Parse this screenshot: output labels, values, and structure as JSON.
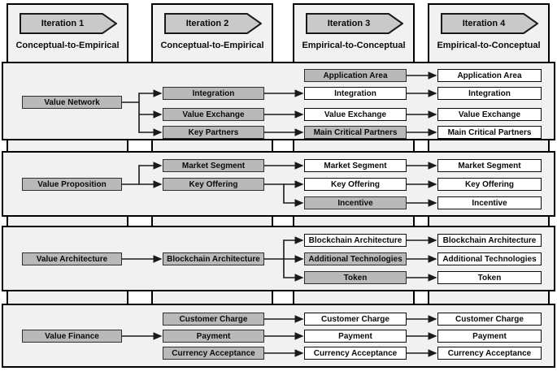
{
  "header": {
    "iterations": [
      {
        "label": "Iteration 1",
        "subtitle": "Conceptual-to-Empirical"
      },
      {
        "label": "Iteration 2",
        "subtitle": "Conceptual-to-Empirical"
      },
      {
        "label": "Iteration 3",
        "subtitle": "Empirical-to-Conceptual"
      },
      {
        "label": "Iteration 4",
        "subtitle": "Empirical-to-Conceptual"
      }
    ]
  },
  "bands": [
    {
      "label": "Value Network",
      "col2": [
        {
          "label": "Integration",
          "highlighted": true
        },
        {
          "label": "Value Exchange",
          "highlighted": true
        },
        {
          "label": "Key Partners",
          "highlighted": true
        }
      ],
      "col3": [
        {
          "label": "Application Area",
          "highlighted": true
        },
        {
          "label": "Integration",
          "highlighted": false
        },
        {
          "label": "Value Exchange",
          "highlighted": false
        },
        {
          "label": "Main Critical Partners",
          "highlighted": true
        }
      ],
      "col4": [
        {
          "label": "Application Area",
          "highlighted": false
        },
        {
          "label": "Integration",
          "highlighted": false
        },
        {
          "label": "Value Exchange",
          "highlighted": false
        },
        {
          "label": "Main Critical Partners",
          "highlighted": false
        }
      ]
    },
    {
      "label": "Value Proposition",
      "col2": [
        {
          "label": "Market Segment",
          "highlighted": true
        },
        {
          "label": "Key Offering",
          "highlighted": true
        }
      ],
      "col3": [
        {
          "label": "Market Segment",
          "highlighted": false
        },
        {
          "label": "Key Offering",
          "highlighted": false
        },
        {
          "label": "Incentive",
          "highlighted": true
        }
      ],
      "col4": [
        {
          "label": "Market Segment",
          "highlighted": false
        },
        {
          "label": "Key Offering",
          "highlighted": false
        },
        {
          "label": "Incentive",
          "highlighted": false
        }
      ]
    },
    {
      "label": "Value Architecture",
      "col2": [
        {
          "label": "Blockchain Architecture",
          "highlighted": true
        }
      ],
      "col3": [
        {
          "label": "Blockchain Architecture",
          "highlighted": false
        },
        {
          "label": "Additional Technologies",
          "highlighted": true
        },
        {
          "label": "Token",
          "highlighted": true
        }
      ],
      "col4": [
        {
          "label": "Blockchain Architecture",
          "highlighted": false
        },
        {
          "label": "Additional Technologies",
          "highlighted": false
        },
        {
          "label": "Token",
          "highlighted": false
        }
      ]
    },
    {
      "label": "Value Finance",
      "col2": [
        {
          "label": "Customer Charge",
          "highlighted": true
        },
        {
          "label": "Payment",
          "highlighted": true
        },
        {
          "label": "Currency Acceptance",
          "highlighted": true
        }
      ],
      "col3": [
        {
          "label": "Customer Charge",
          "highlighted": false
        },
        {
          "label": "Payment",
          "highlighted": false
        },
        {
          "label": "Currency Acceptance",
          "highlighted": false
        }
      ],
      "col4": [
        {
          "label": "Customer Charge",
          "highlighted": false
        },
        {
          "label": "Payment",
          "highlighted": false
        },
        {
          "label": "Currency Acceptance",
          "highlighted": false
        }
      ]
    }
  ],
  "colors": {
    "highlight_node_fill": "#b9b9b9",
    "plain_node_fill": "#ffffff",
    "panel_fill": "#f1f1f1",
    "banner_fill": "#c9c9c9",
    "line_color": "#1a1a1a"
  }
}
